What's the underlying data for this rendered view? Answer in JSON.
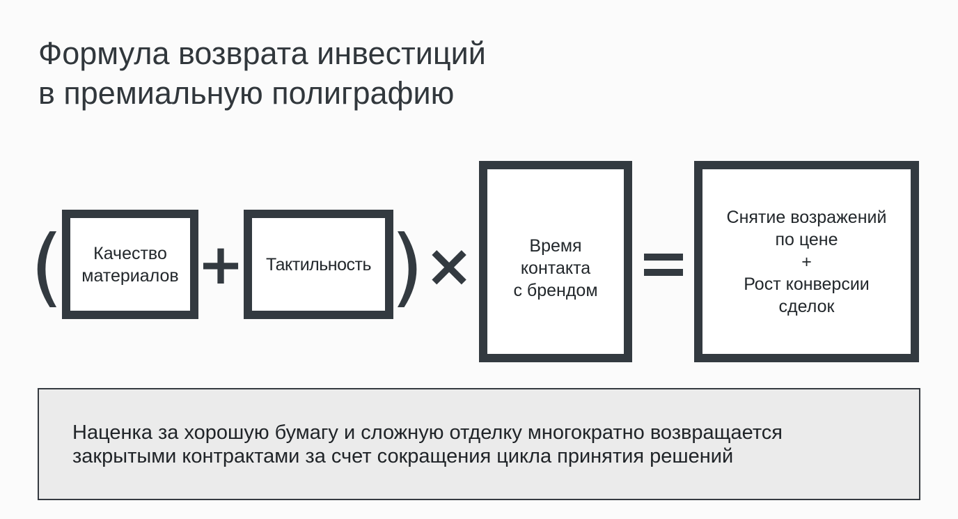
{
  "title": {
    "line1": "Формула возврата инвестиций",
    "line2": "в премиальную полиграфию"
  },
  "formula": {
    "open_paren": "(",
    "close_paren": ")",
    "box_quality": {
      "line1": "Качество",
      "line2": "материалов"
    },
    "plus": "+",
    "box_tactility": {
      "line1": "Тактильность"
    },
    "times": "×",
    "box_contact_time": {
      "line1": "Время",
      "line2": "контакта",
      "line3": "с брендом"
    },
    "equals": "=",
    "box_result": {
      "line1": "Снятие возражений",
      "line2": "по цене",
      "line3": "+",
      "line4": "Рост конверсии",
      "line5": "сделок"
    }
  },
  "note": {
    "line1": "Наценка за хорошую бумагу и сложную отделку многократно возвращается",
    "line2": "закрытыми контрактами за счет сокращения цикла принятия решений"
  },
  "colors": {
    "border": "#333a40",
    "text": "#22272b",
    "note_background": "#ebebeb"
  }
}
